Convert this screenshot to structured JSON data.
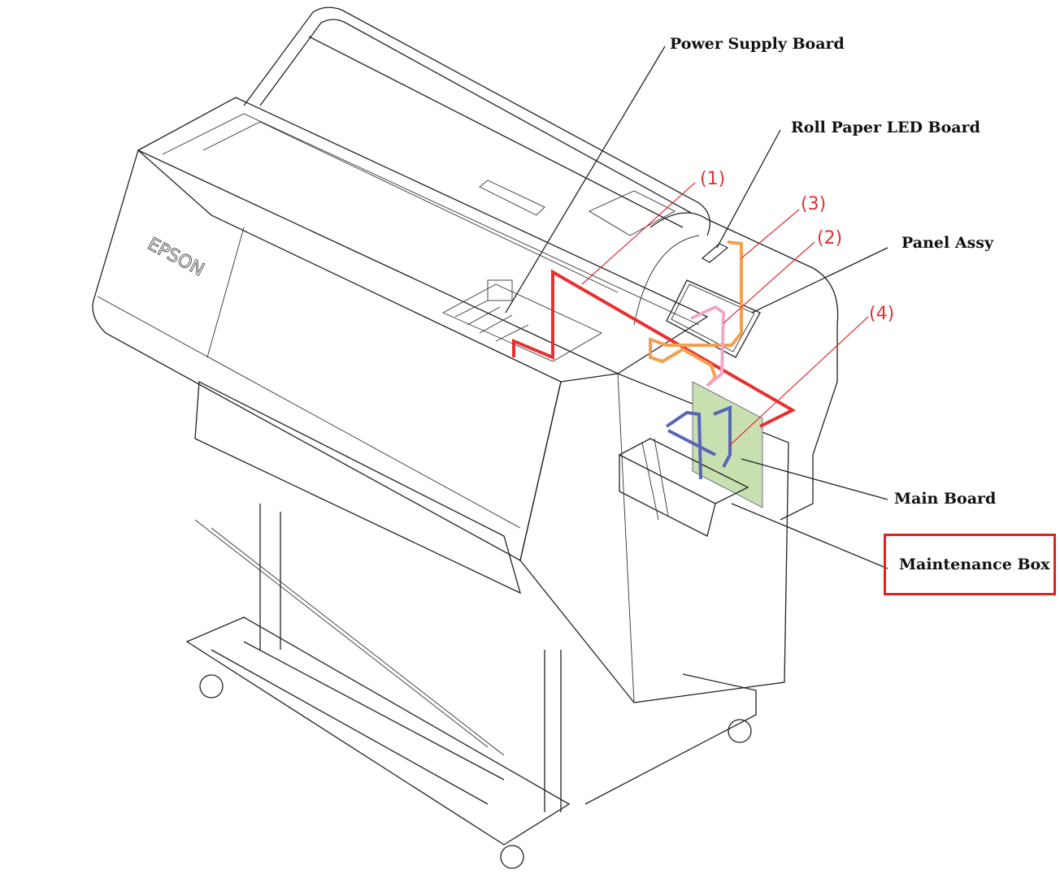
{
  "labels": {
    "power_supply_board": "Power Supply Board",
    "roll_paper_led_board": "Roll Paper LED Board",
    "panel_assy": "Panel Assy",
    "main_board": "Main Board",
    "maintenance_box": "Maintenance Box"
  },
  "cable_numbers": [
    "(1)",
    "(2)",
    "(3)",
    "(4)"
  ],
  "brand_logo": "EPSON",
  "colors": {
    "cable_1": "#e83030",
    "cable_2": "#f2a6c8",
    "cable_3": "#f0a050",
    "cable_4": "#5866b8",
    "main_board": "#c8e0b0",
    "highlight_box": "#e52020"
  }
}
